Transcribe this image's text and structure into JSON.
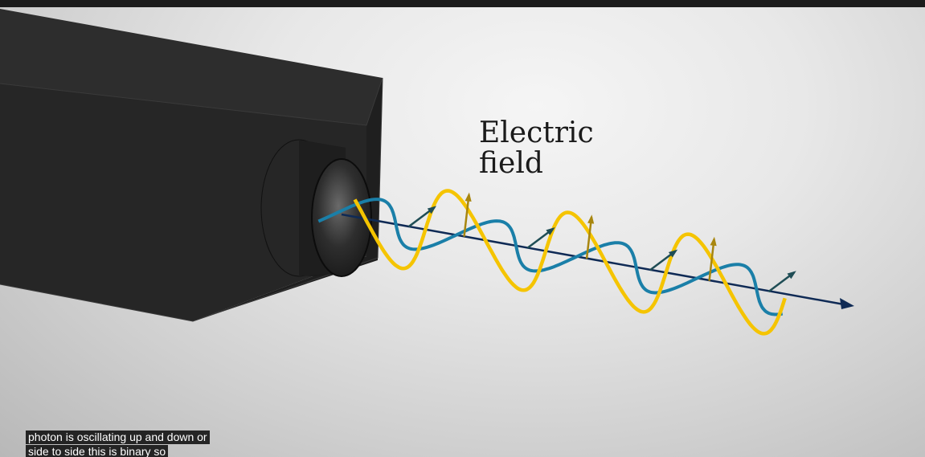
{
  "video": {
    "label_lines": [
      "Electric",
      "field"
    ],
    "captions": [
      "photon is oscillating up and down or",
      "side to side this is binary so"
    ],
    "colors": {
      "background": "#e6e6e6",
      "box": "#2b2b2b",
      "wave_vertical": "#f5c400",
      "wave_horizontal": "#1a7fa8",
      "arrow_vertical": "#a8860f",
      "arrow_horizontal": "#1f4d55",
      "axis": "#0f2a55"
    },
    "icons": {
      "axis_arrowhead": "arrow-right-icon"
    }
  }
}
